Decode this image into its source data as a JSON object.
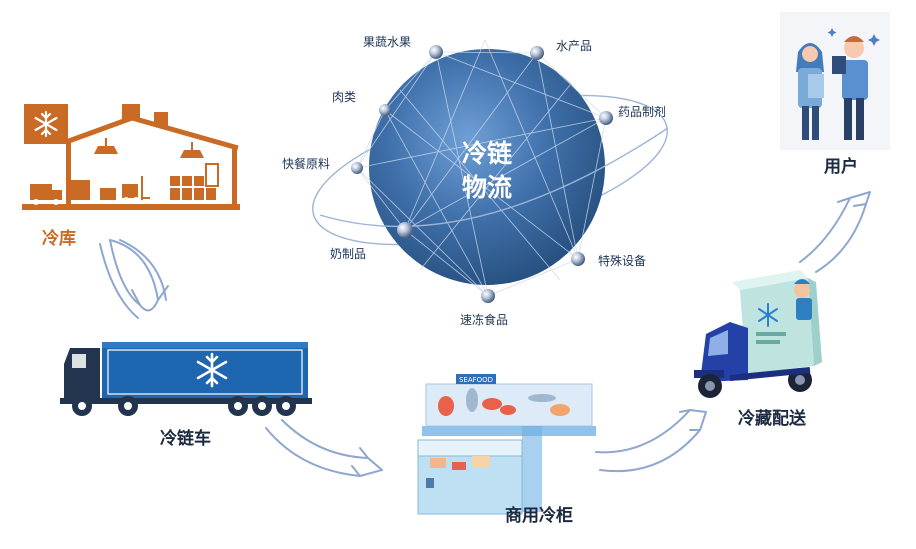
{
  "center": {
    "line1": "冷链",
    "line2": "物流"
  },
  "categories": [
    {
      "name": "果蔬水果"
    },
    {
      "name": "水产品"
    },
    {
      "name": "肉类"
    },
    {
      "name": "药品制剂"
    },
    {
      "name": "快餐原料"
    },
    {
      "name": "奶制品"
    },
    {
      "name": "特殊设备"
    },
    {
      "name": "速冻食品"
    }
  ],
  "stages": [
    {
      "name": "冷库",
      "icon": "cold-storage-warehouse-icon"
    },
    {
      "name": "冷链车",
      "icon": "refrigerated-truck-icon"
    },
    {
      "name": "商用冷柜",
      "icon": "commercial-freezer-icon"
    },
    {
      "name": "冷藏配送",
      "icon": "delivery-tricycle-icon"
    },
    {
      "name": "用户",
      "icon": "customers-icon"
    }
  ],
  "showcase_sign": "SEAFOOD",
  "colors": {
    "globe": "#3e6ea8",
    "warehouse": "#c96a25",
    "truck": "#1f66b0",
    "truck_cab": "#23354e",
    "arrow": "#8fa6cf"
  }
}
